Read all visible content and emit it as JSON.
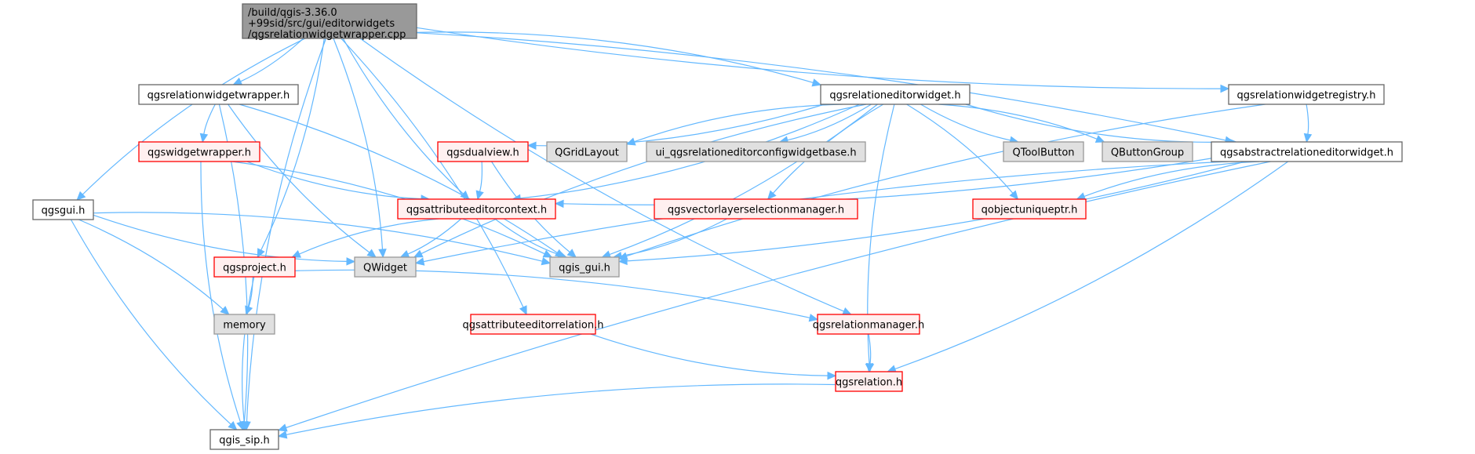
{
  "diagram": {
    "type": "include-dependency-graph",
    "colors": {
      "edge": "#63b8ff",
      "root_fill": "#999999",
      "root_border": "#666666",
      "normal_fill": "#ffffff",
      "normal_border": "#666666",
      "external_fill": "#e0e0e0",
      "external_border": "#999999",
      "truncated_fill": "#fff0f0",
      "truncated_border": "#ff0000"
    },
    "nodes": [
      {
        "id": "root",
        "lines": [
          "/build/qgis-3.36.0",
          "+99sid/src/gui/editorwidgets",
          "/qgsrelationwidgetwrapper.cpp"
        ],
        "kind": "root"
      },
      {
        "id": "relwidgetwrapper_h",
        "lines": [
          "qgsrelationwidgetwrapper.h"
        ],
        "kind": "normal"
      },
      {
        "id": "widgetwrapper_h",
        "lines": [
          "qgswidgetwrapper.h"
        ],
        "kind": "truncated"
      },
      {
        "id": "qgsgui_h",
        "lines": [
          "qgsgui.h"
        ],
        "kind": "normal"
      },
      {
        "id": "qgsproject_h",
        "lines": [
          "qgsproject.h"
        ],
        "kind": "truncated"
      },
      {
        "id": "memory",
        "lines": [
          "memory"
        ],
        "kind": "external"
      },
      {
        "id": "qgis_sip_h",
        "lines": [
          "qgis_sip.h"
        ],
        "kind": "normal"
      },
      {
        "id": "QWidget",
        "lines": [
          "QWidget"
        ],
        "kind": "external"
      },
      {
        "id": "attreditorcontext_h",
        "lines": [
          "qgsattributeeditorcontext.h"
        ],
        "kind": "truncated"
      },
      {
        "id": "dualview_h",
        "lines": [
          "qgsdualview.h"
        ],
        "kind": "truncated"
      },
      {
        "id": "qgis_gui_h",
        "lines": [
          "qgis_gui.h"
        ],
        "kind": "external"
      },
      {
        "id": "QGridLayout",
        "lines": [
          "QGridLayout"
        ],
        "kind": "external"
      },
      {
        "id": "ui_configwidgetbase_h",
        "lines": [
          "ui_qgsrelationeditorconfigwidgetbase.h"
        ],
        "kind": "external"
      },
      {
        "id": "releditorwidget_h",
        "lines": [
          "qgsrelationeditorwidget.h"
        ],
        "kind": "normal"
      },
      {
        "id": "QToolButton",
        "lines": [
          "QToolButton"
        ],
        "kind": "external"
      },
      {
        "id": "QButtonGroup",
        "lines": [
          "QButtonGroup"
        ],
        "kind": "external"
      },
      {
        "id": "relwidgetregistry_h",
        "lines": [
          "qgsrelationwidgetregistry.h"
        ],
        "kind": "normal"
      },
      {
        "id": "abstractreleditorwidget_h",
        "lines": [
          "qgsabstractrelationeditorwidget.h"
        ],
        "kind": "normal"
      },
      {
        "id": "vectorlayerselmgr_h",
        "lines": [
          "qgsvectorlayerselectionmanager.h"
        ],
        "kind": "truncated"
      },
      {
        "id": "qobjectuniqueptr_h",
        "lines": [
          "qobjectuniqueptr.h"
        ],
        "kind": "truncated"
      },
      {
        "id": "attreditorrelation_h",
        "lines": [
          "qgsattributeeditorrelation.h"
        ],
        "kind": "truncated"
      },
      {
        "id": "relationmanager_h",
        "lines": [
          "qgsrelationmanager.h"
        ],
        "kind": "truncated"
      },
      {
        "id": "relation_h",
        "lines": [
          "qgsrelation.h"
        ],
        "kind": "truncated"
      }
    ],
    "edges": [
      [
        "root",
        "relwidgetwrapper_h"
      ],
      [
        "root",
        "qgsgui_h"
      ],
      [
        "root",
        "qgsproject_h"
      ],
      [
        "root",
        "qgis_sip_h"
      ],
      [
        "root",
        "QWidget"
      ],
      [
        "root",
        "attreditorcontext_h"
      ],
      [
        "root",
        "releditorwidget_h"
      ],
      [
        "root",
        "relwidgetregistry_h"
      ],
      [
        "root",
        "abstractreleditorwidget_h"
      ],
      [
        "root",
        "relationmanager_h"
      ],
      [
        "root",
        "attreditorrelation_h"
      ],
      [
        "relwidgetwrapper_h",
        "widgetwrapper_h"
      ],
      [
        "relwidgetwrapper_h",
        "qgis_gui_h"
      ],
      [
        "relwidgetwrapper_h",
        "QWidget"
      ],
      [
        "relwidgetwrapper_h",
        "qgis_sip_h"
      ],
      [
        "widgetwrapper_h",
        "attreditorcontext_h"
      ],
      [
        "widgetwrapper_h",
        "qgis_gui_h"
      ],
      [
        "widgetwrapper_h",
        "qgis_sip_h"
      ],
      [
        "qgsgui_h",
        "qgis_gui_h"
      ],
      [
        "qgsgui_h",
        "QWidget"
      ],
      [
        "qgsgui_h",
        "memory"
      ],
      [
        "qgsgui_h",
        "qgis_sip_h"
      ],
      [
        "qgsproject_h",
        "memory"
      ],
      [
        "qgsproject_h",
        "qgis_sip_h"
      ],
      [
        "qgsproject_h",
        "relationmanager_h"
      ],
      [
        "attreditorcontext_h",
        "qgsproject_h"
      ],
      [
        "attreditorcontext_h",
        "QWidget"
      ],
      [
        "attreditorcontext_h",
        "qgis_gui_h"
      ],
      [
        "dualview_h",
        "attreditorcontext_h"
      ],
      [
        "dualview_h",
        "qgis_gui_h"
      ],
      [
        "releditorwidget_h",
        "dualview_h"
      ],
      [
        "releditorwidget_h",
        "QGridLayout"
      ],
      [
        "releditorwidget_h",
        "ui_configwidgetbase_h"
      ],
      [
        "releditorwidget_h",
        "QToolButton"
      ],
      [
        "releditorwidget_h",
        "QButtonGroup"
      ],
      [
        "releditorwidget_h",
        "abstractreleditorwidget_h"
      ],
      [
        "releditorwidget_h",
        "attreditorcontext_h"
      ],
      [
        "releditorwidget_h",
        "QWidget"
      ],
      [
        "releditorwidget_h",
        "qgis_gui_h"
      ],
      [
        "releditorwidget_h",
        "vectorlayerselmgr_h"
      ],
      [
        "releditorwidget_h",
        "qobjectuniqueptr_h"
      ],
      [
        "releditorwidget_h",
        "relation_h"
      ],
      [
        "relwidgetregistry_h",
        "abstractreleditorwidget_h"
      ],
      [
        "relwidgetregistry_h",
        "qgis_gui_h"
      ],
      [
        "abstractreleditorwidget_h",
        "attreditorcontext_h"
      ],
      [
        "abstractreleditorwidget_h",
        "qobjectuniqueptr_h"
      ],
      [
        "abstractreleditorwidget_h",
        "qgis_gui_h"
      ],
      [
        "abstractreleditorwidget_h",
        "QWidget"
      ],
      [
        "abstractreleditorwidget_h",
        "relation_h"
      ],
      [
        "abstractreleditorwidget_h",
        "qgis_sip_h"
      ],
      [
        "vectorlayerselmgr_h",
        "qgis_gui_h"
      ],
      [
        "attreditorrelation_h",
        "relation_h"
      ],
      [
        "relationmanager_h",
        "relation_h"
      ],
      [
        "relation_h",
        "qgis_sip_h"
      ]
    ]
  }
}
